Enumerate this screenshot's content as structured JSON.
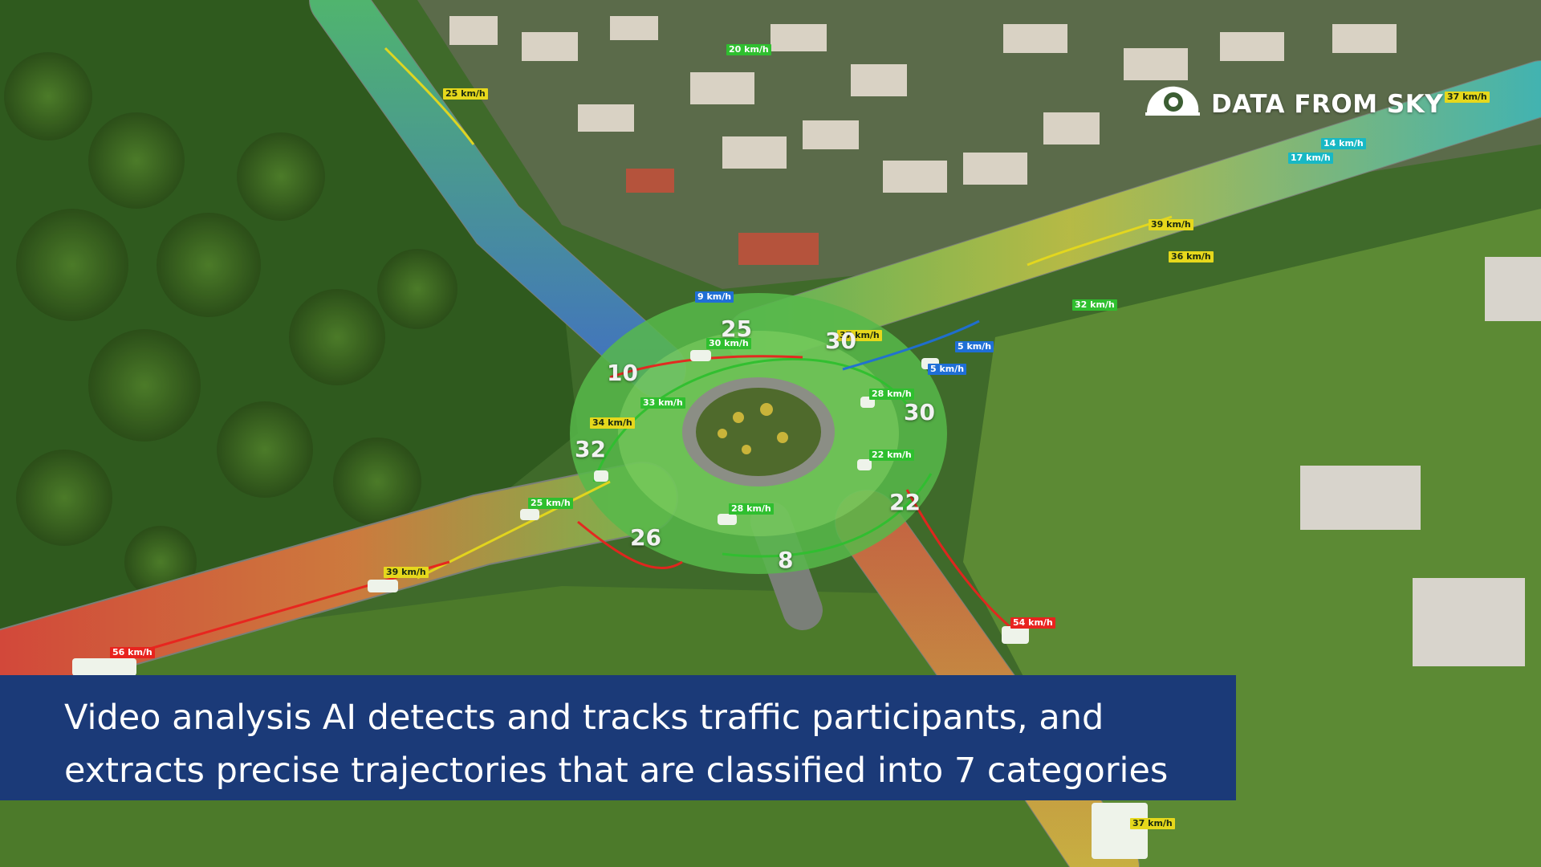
{
  "brand": {
    "logo_text": "DATA FROM SKY",
    "logo_icon": "data-from-sky-eye-icon"
  },
  "caption": {
    "line1": "Video analysis AI detects and tracks traffic participants, and",
    "line2": "extracts precise trajectories that are classified into 7 categories"
  },
  "colors": {
    "caption_bg": "#1b3a78",
    "speed_high": "#e8231e",
    "speed_mid": "#e6d81c",
    "speed_low": "#2fbf2f",
    "speed_very_low": "#1f6fd6",
    "speed_cyan": "#18b8c4"
  },
  "speed_labels": [
    {
      "id": "s01",
      "text": "20 km/h",
      "tone": "low"
    },
    {
      "id": "s02",
      "text": "25 km/h",
      "tone": "mid"
    },
    {
      "id": "s03",
      "text": "9 km/h",
      "tone": "very_low"
    },
    {
      "id": "s04",
      "text": "30 km/h",
      "tone": "low"
    },
    {
      "id": "s05",
      "text": "37 km/h",
      "tone": "mid"
    },
    {
      "id": "s06",
      "text": "5 km/h",
      "tone": "very_low"
    },
    {
      "id": "s07",
      "text": "5 km/h",
      "tone": "very_low"
    },
    {
      "id": "s08",
      "text": "33 km/h",
      "tone": "low"
    },
    {
      "id": "s09",
      "text": "34 km/h",
      "tone": "mid"
    },
    {
      "id": "s10",
      "text": "28 km/h",
      "tone": "low"
    },
    {
      "id": "s11",
      "text": "22 km/h",
      "tone": "low"
    },
    {
      "id": "s12",
      "text": "25 km/h",
      "tone": "low"
    },
    {
      "id": "s13",
      "text": "28 km/h",
      "tone": "low"
    },
    {
      "id": "s14",
      "text": "39 km/h",
      "tone": "mid"
    },
    {
      "id": "s15",
      "text": "56 km/h",
      "tone": "high"
    },
    {
      "id": "s16",
      "text": "54 km/h",
      "tone": "high"
    },
    {
      "id": "s17",
      "text": "39 km/h",
      "tone": "mid"
    },
    {
      "id": "s18",
      "text": "36 km/h",
      "tone": "mid"
    },
    {
      "id": "s19",
      "text": "32 km/h",
      "tone": "low"
    },
    {
      "id": "s20",
      "text": "14 km/h",
      "tone": "cyan"
    },
    {
      "id": "s21",
      "text": "17 km/h",
      "tone": "cyan"
    },
    {
      "id": "s22",
      "text": "37 km/h",
      "tone": "mid"
    },
    {
      "id": "s23",
      "text": "37 km/h",
      "tone": "mid"
    }
  ],
  "count_labels": [
    {
      "id": "c25",
      "text": "25"
    },
    {
      "id": "c30a",
      "text": "30"
    },
    {
      "id": "c10",
      "text": "10"
    },
    {
      "id": "c30b",
      "text": "30"
    },
    {
      "id": "c32",
      "text": "32"
    },
    {
      "id": "c22",
      "text": "22"
    },
    {
      "id": "c26",
      "text": "26"
    },
    {
      "id": "c8",
      "text": "8"
    }
  ]
}
